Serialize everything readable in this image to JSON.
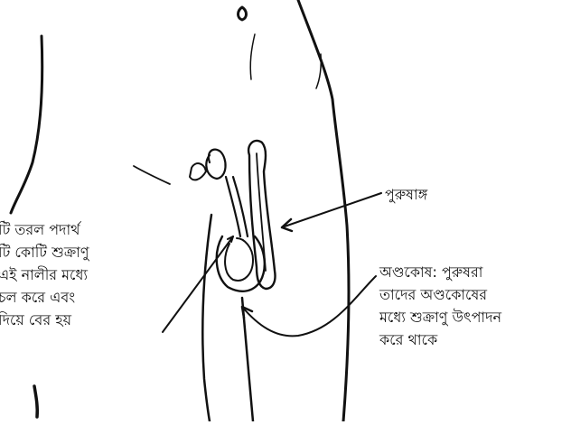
{
  "labels": {
    "left_lines": [
      "টি তরল পদার্থ",
      "টি কোটি শুক্রাণু",
      "এই নালীর মধ্যে",
      "চল করে এবং",
      "দিয়ে বের হয়"
    ],
    "penis": "পুরুষাঙ্গ",
    "testes_lines": [
      "অণ্ডকোষ: পুরুষরা",
      "তাদের অণ্ডকোষের",
      "মধ্যে শুক্রাণু উৎপাদন",
      "করে থাকে"
    ]
  }
}
